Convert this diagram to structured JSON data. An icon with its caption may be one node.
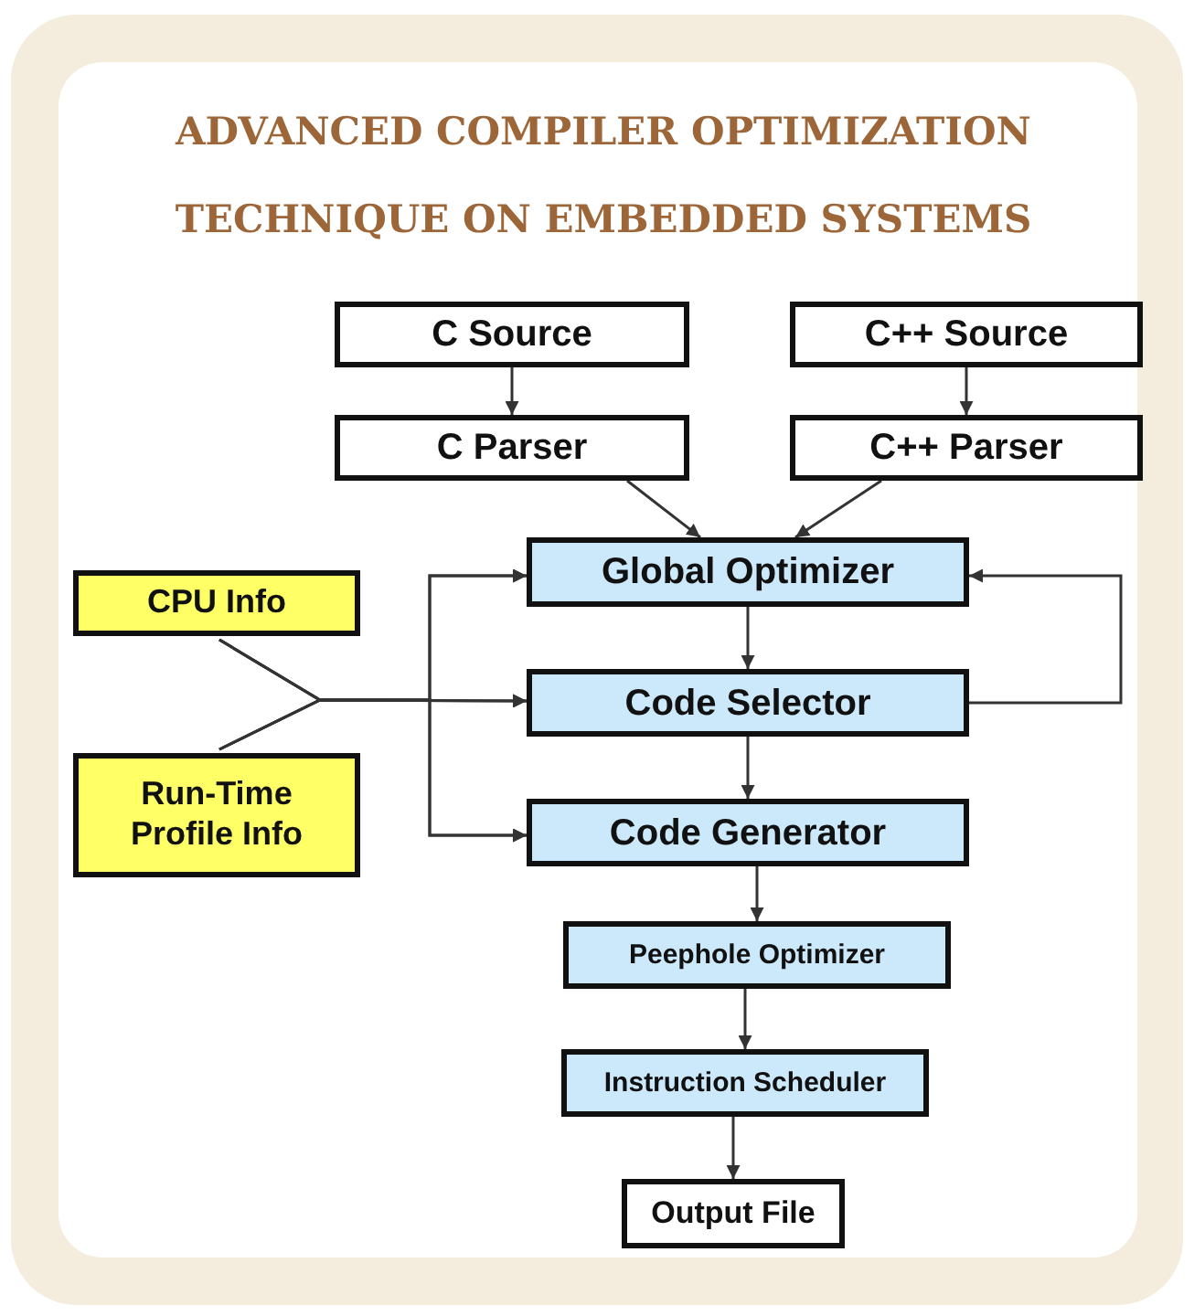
{
  "diagram": {
    "title": "ADVANCED COMPILER OPTIMIZATION TECHNIQUE ON EMBEDDED SYSTEMS",
    "nodes": [
      {
        "text": [
          "C Source"
        ]
      },
      {
        "text": [
          "C++ Source"
        ]
      },
      {
        "text": [
          "C Parser"
        ]
      },
      {
        "text": [
          "C++ Parser"
        ]
      },
      {
        "text": [
          "CPU Info"
        ]
      },
      {
        "text": [
          "Global Optimizer"
        ]
      },
      {
        "text": [
          "Code Selector"
        ]
      },
      {
        "text": [
          "Run-Time Profile Info"
        ]
      },
      {
        "text": [
          "Code Generator"
        ]
      },
      {
        "text": [
          "Peephole Optimizer"
        ]
      },
      {
        "text": [
          "Instruction Scheduler"
        ]
      },
      {
        "text": [
          "Output File"
        ]
      }
    ],
    "edges": [
      {
        "from": 0,
        "to": 2,
        "arrow": "to"
      },
      {
        "from": 1,
        "to": 3,
        "arrow": "to"
      },
      {
        "from": 2,
        "to": 5,
        "arrow": "to"
      },
      {
        "from": 3,
        "to": 5,
        "arrow": "to"
      },
      {
        "from": 5,
        "to": 6,
        "arrow": "to"
      },
      {
        "from": 6,
        "to": 8,
        "arrow": "to"
      },
      {
        "from": 8,
        "to": 9,
        "arrow": "to"
      },
      {
        "from": 9,
        "to": 10,
        "arrow": "to"
      },
      {
        "from": 10,
        "to": 11,
        "arrow": "to"
      },
      {
        "from": 6,
        "to": 5,
        "arrow": "to"
      },
      {
        "from": 4,
        "to": 5,
        "arrow": "to"
      },
      {
        "from": 4,
        "to": 6,
        "arrow": "to"
      },
      {
        "from": 4,
        "to": 8,
        "arrow": "to"
      },
      {
        "from": 7,
        "to": 5,
        "arrow": "to"
      },
      {
        "from": 7,
        "to": 6,
        "arrow": "to"
      },
      {
        "from": 7,
        "to": 8,
        "arrow": "to"
      }
    ]
  }
}
